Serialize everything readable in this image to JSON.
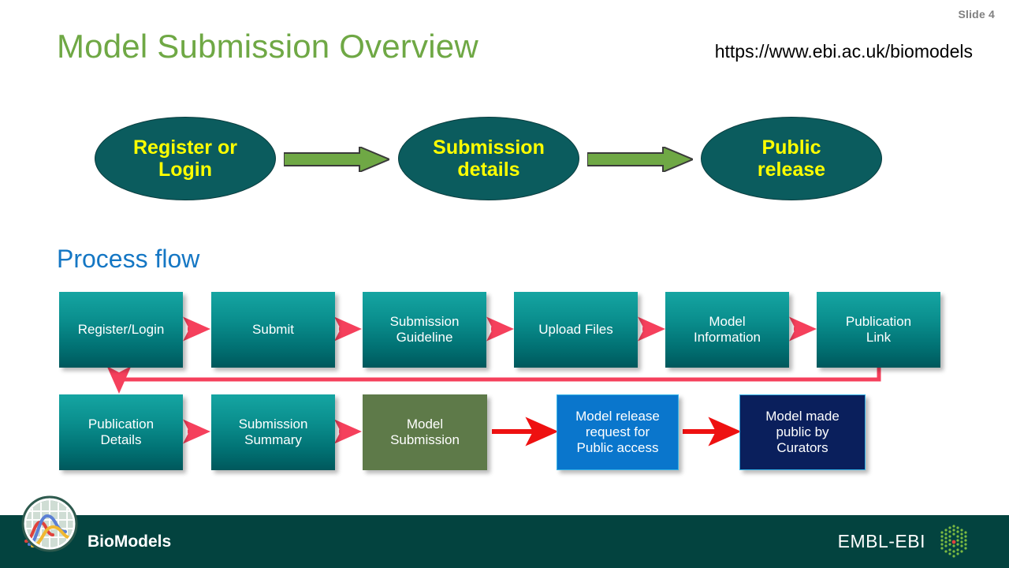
{
  "header": {
    "slide_number": "Slide 4",
    "title": "Model Submission Overview",
    "url": "https://www.ebi.ac.uk/biomodels",
    "title_color": "#6FA845",
    "url_color": "#000000",
    "slide_number_color": "#808080"
  },
  "overview": {
    "ellipse_fill": "#0B5C5E",
    "ellipse_text_color": "#FFFF00",
    "arrow_fill": "#6FA845",
    "arrow_outline": "#3A3A3A",
    "nodes": [
      {
        "label": "Register or Login",
        "line1": "Register or",
        "line2": "Login"
      },
      {
        "label": "Submission details",
        "line1": "Submission",
        "line2": "details"
      },
      {
        "label": "Public release",
        "line1": "Public",
        "line2": "release"
      }
    ],
    "connectors": [
      {
        "name": "overview-arrow-1",
        "from": "Register or Login",
        "to": "Submission details"
      },
      {
        "name": "overview-arrow-2",
        "from": "Submission details",
        "to": "Public release"
      }
    ]
  },
  "process_flow": {
    "heading": "Process flow",
    "heading_color": "#1577C4",
    "small_arrow_color": "#F5405C",
    "bold_arrow_color": "#EE1111",
    "wrap_connector_color": "#F5405C",
    "row1": [
      {
        "line1": "Register/Login",
        "line2": "",
        "style": "teal"
      },
      {
        "line1": "Submit",
        "line2": "",
        "style": "teal"
      },
      {
        "line1": "Submission",
        "line2": "Guideline",
        "style": "teal"
      },
      {
        "line1": "Upload Files",
        "line2": "",
        "style": "teal"
      },
      {
        "line1": "Model",
        "line2": "Information",
        "style": "teal"
      },
      {
        "line1": "Publication",
        "line2": "Link",
        "style": "teal"
      }
    ],
    "row2": [
      {
        "line1": "Publication",
        "line2": "Details",
        "line3": "",
        "style": "teal"
      },
      {
        "line1": "Submission",
        "line2": "Summary",
        "line3": "",
        "style": "teal"
      },
      {
        "line1": "Model",
        "line2": "Submission",
        "line3": "",
        "style": "olive"
      },
      {
        "line1": "Model release",
        "line2": "request for",
        "line3": "Public access",
        "style": "blue"
      },
      {
        "line1": "Model made",
        "line2": "public by",
        "line3": "Curators",
        "style": "navy"
      }
    ]
  },
  "footer": {
    "bar_color": "#03433F",
    "product_name": "BioModels",
    "institute_name": "EMBL-EBI",
    "logo_icon": "biomodels-circle-graph-icon",
    "institute_icon": "embl-ebi-hexagon-icon"
  }
}
